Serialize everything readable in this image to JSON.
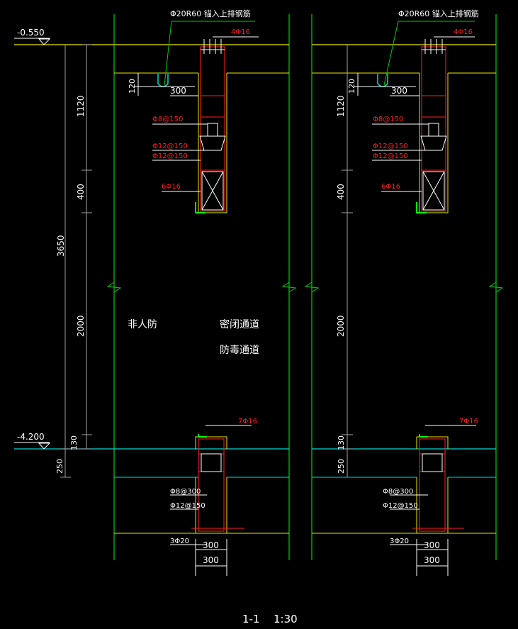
{
  "drawing": {
    "title": "1-1",
    "scale": "1:30",
    "elev_top": "-0.550",
    "elev_bottom": "-4.200"
  },
  "dims": {
    "total": "3650",
    "d1120": "1120",
    "d400": "400",
    "d2000": "2000",
    "d130": "130",
    "d250": "250",
    "d120": "120",
    "d300": "300"
  },
  "rebar": {
    "hook_note": "Φ20R60 锚入上排钢筋",
    "top_bars": "4Φ16",
    "stirrup8": "Φ8@150",
    "stirrup12a": "Φ12@150",
    "stirrup12b": "Φ12@150",
    "bars6": "6Φ16",
    "bars7": "7Φ16",
    "stirrup8_300": "Φ8@300",
    "stirrup12c": "Φ12@150",
    "bars3": "3Φ20"
  },
  "zones": {
    "non_civil": "非人防",
    "sealed": "密闭通道",
    "antigas": "防毒通道"
  },
  "colors": {
    "line_yellow": "#e8e800",
    "line_green": "#00d000",
    "line_cyan": "#00d8d8",
    "line_red": "#ff2020",
    "line_white": "#ffffff",
    "line_grey": "#a0a0a0"
  }
}
